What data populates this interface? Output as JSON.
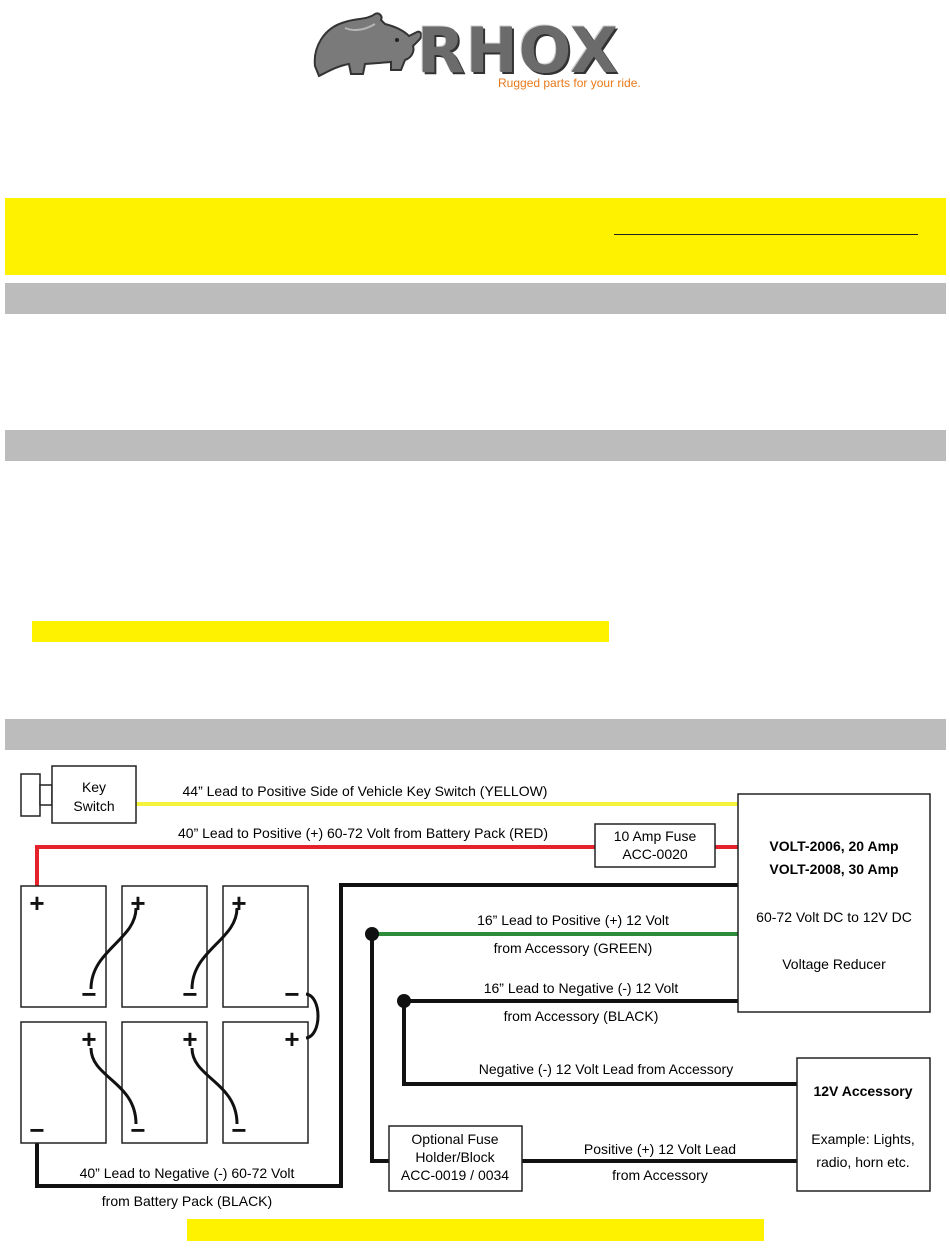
{
  "logo": {
    "word": "RHOX",
    "tagline": "Rugged parts for your ride."
  },
  "diagram": {
    "key_switch_label": [
      "Key",
      "Switch"
    ],
    "yellow_lead_label": "44” Lead to Positive Side of Vehicle Key Switch (YELLOW)",
    "red_lead_label": "40” Lead to Positive (+) 60-72 Volt from Battery Pack (RED)",
    "fuse_label": [
      "10 Amp Fuse",
      "ACC-0020"
    ],
    "reducer": {
      "model_1": "VOLT-2006, 20 Amp",
      "model_2": "VOLT-2008, 30 Amp",
      "conversion": "60-72 Volt DC to 12V DC",
      "name": "Voltage Reducer"
    },
    "green_lead_label": [
      "16” Lead to Positive (+) 12 Volt",
      "from Accessory (GREEN)"
    ],
    "black_lead_label": [
      "16” Lead to Negative (-) 12 Volt",
      "from Accessory (BLACK)"
    ],
    "neg_accessory_label": "Negative (-) 12 Volt Lead from Accessory",
    "accessory": {
      "title": "12V Accessory",
      "example_1": "Example: Lights,",
      "example_2": "radio, horn etc."
    },
    "fuse_block_label": [
      "Optional Fuse",
      "Holder/Block",
      "ACC-0019 / 0034"
    ],
    "pos_accessory_label": [
      "Positive (+) 12 Volt Lead",
      "from Accessory"
    ],
    "battery_neg_label": [
      "40” Lead to Negative (-) 60-72 Volt",
      "from Battery Pack (BLACK)"
    ],
    "plus": "+",
    "minus": "−"
  },
  "colors": {
    "highlight_yellow": "#fff200",
    "section_gray": "#bcbcbc",
    "wire_yellow": "#f3f33a",
    "wire_red": "#e5222b",
    "wire_green": "#2e8b3a",
    "wire_black": "#111111",
    "brand_orange": "#e8791a"
  }
}
